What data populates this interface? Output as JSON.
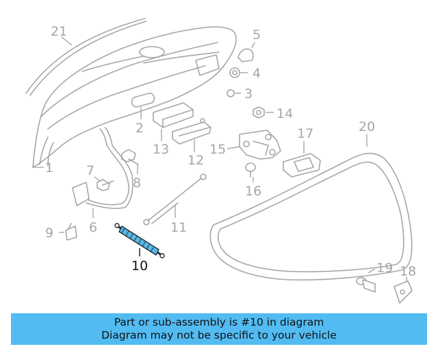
{
  "diagram": {
    "callouts": [
      "21",
      "5",
      "4",
      "3",
      "14",
      "2",
      "13",
      "12",
      "15",
      "17",
      "20",
      "1",
      "7",
      "8",
      "16",
      "6",
      "11",
      "9",
      "10",
      "19",
      "18"
    ],
    "highlighted_part": "10",
    "colors": {
      "part_gray": "#a6a6a6",
      "highlight_part": "#5ab8e6",
      "banner": "#52bbf2"
    }
  },
  "banner": {
    "line1": "Part or sub-assembly is #10 in diagram",
    "line2": "Diagram may not be specific to your vehicle"
  }
}
